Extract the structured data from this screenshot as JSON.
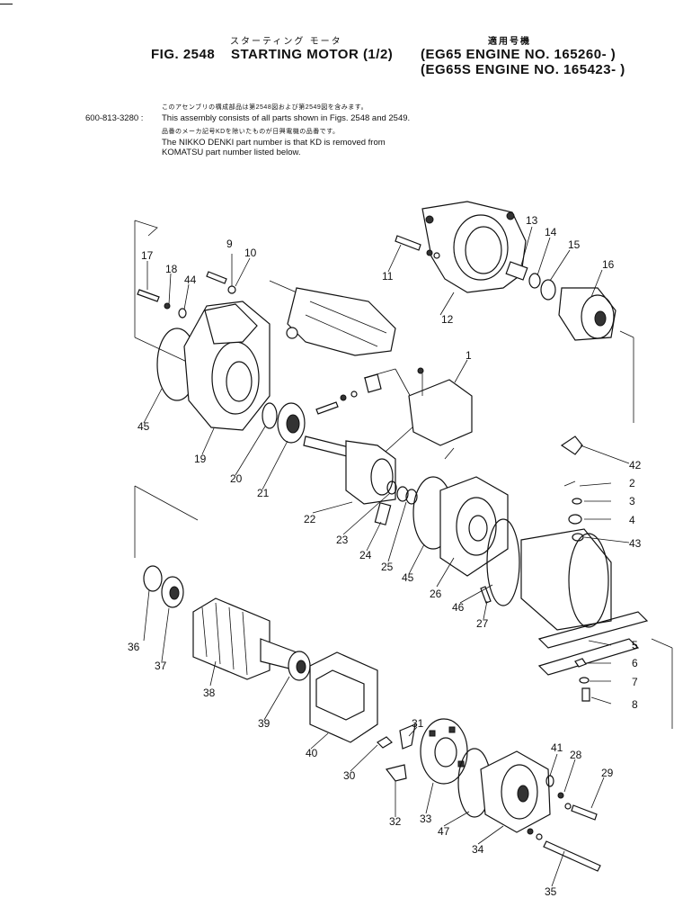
{
  "header": {
    "jp_title": "スターティング モータ",
    "jp_applicable": "適用号機",
    "fig_label": "FIG. 2548",
    "title": "STARTING MOTOR (1/2)",
    "engine_line1": "(EG65   ENGINE NO. 165260- )",
    "engine_line2": "(EG65S ENGINE NO. 165423- )"
  },
  "notes": {
    "jp_line1": "このアセンブリの構成部品は第2548図および第2549図を含みます。",
    "assembly_no": "600-813-3280 :",
    "line1": "This assembly consists of all parts shown in Figs. 2548 and 2549.",
    "jp_line2": "品番のメーカ記号KDを除いたものが日興電機の品番です。",
    "line2": "The NIKKO DENKI part number is that KD is removed from",
    "line3": "KOMATSU part number listed below."
  },
  "part_numbers": [
    "1",
    "2",
    "3",
    "4",
    "5",
    "6",
    "7",
    "8",
    "9",
    "10",
    "11",
    "12",
    "13",
    "14",
    "15",
    "16",
    "17",
    "18",
    "19",
    "20",
    "21",
    "22",
    "23",
    "24",
    "25",
    "26",
    "27",
    "28",
    "29",
    "30",
    "31",
    "32",
    "33",
    "34",
    "35",
    "36",
    "37",
    "38",
    "39",
    "40",
    "41",
    "42",
    "43",
    "44",
    "45",
    "45",
    "46",
    "47"
  ]
}
